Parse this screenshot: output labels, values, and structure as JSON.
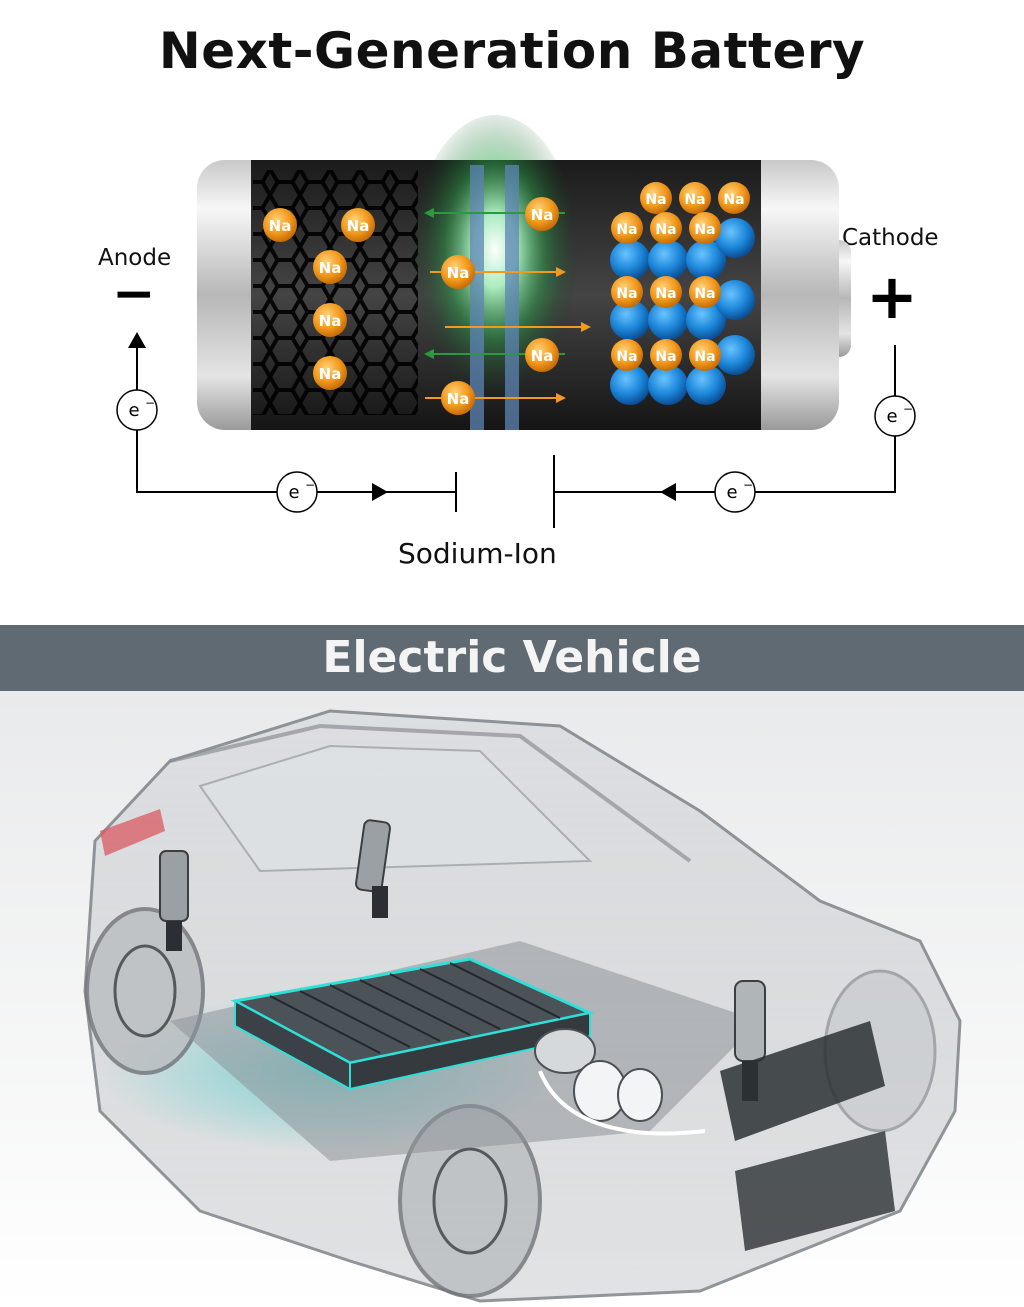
{
  "title": "Next-Generation Battery",
  "labels": {
    "anode": "Anode",
    "cathode": "Cathode",
    "minus": "−",
    "plus": "+",
    "sodium_ion": "Sodium-Ion",
    "electron": "e"
  },
  "ion_label": "Na",
  "section": {
    "title": "Electric Vehicle"
  },
  "colors": {
    "ion_orange": "#f39a1e",
    "cathode_blue": "#1c86d9",
    "band": "#5f6a72",
    "teal_glow": "#2fe0d8"
  }
}
